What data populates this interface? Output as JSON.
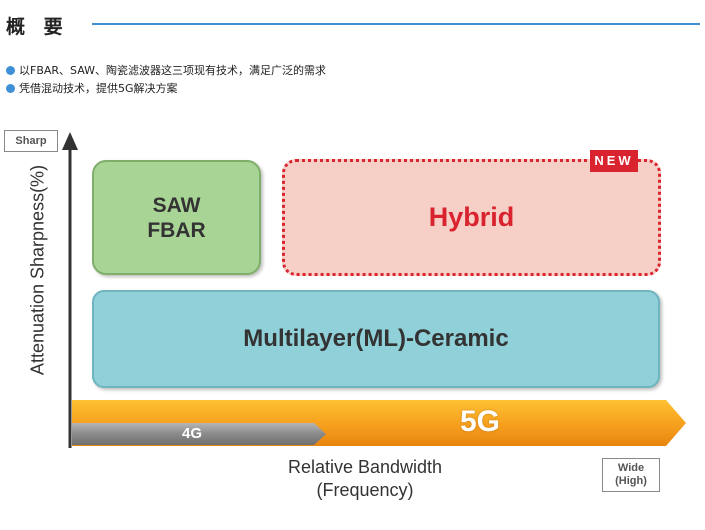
{
  "header": {
    "title": "概 要",
    "bullets": [
      "以FBAR、SAW、陶瓷滤波器这三项现有技术，满足广泛的需求",
      "凭借混动技术，提供5G解决方案"
    ]
  },
  "axes": {
    "y_label": "Attenuation Sharpness(%)",
    "y_end_label": "Sharp",
    "x_label_line1": "Relative Bandwidth",
    "x_label_line2": "(Frequency)",
    "x_end_label_line1": "Wide",
    "x_end_label_line2": "(High)"
  },
  "boxes": {
    "saw_line1": "SAW",
    "saw_line2": "FBAR",
    "hybrid": "Hybrid",
    "new_badge": "NEW",
    "ceramic": "Multilayer(ML)-Ceramic"
  },
  "bands": {
    "g5": "5G",
    "g4": "4G"
  },
  "colors": {
    "accent_blue": "#3f8fd6",
    "saw_green": "#a8d595",
    "hybrid_pink": "#f6cfc7",
    "hybrid_red": "#d9232e",
    "ceramic_teal": "#8fd0d9",
    "band_orange": "#f39a1b",
    "band_gray": "#8a8a8a"
  }
}
